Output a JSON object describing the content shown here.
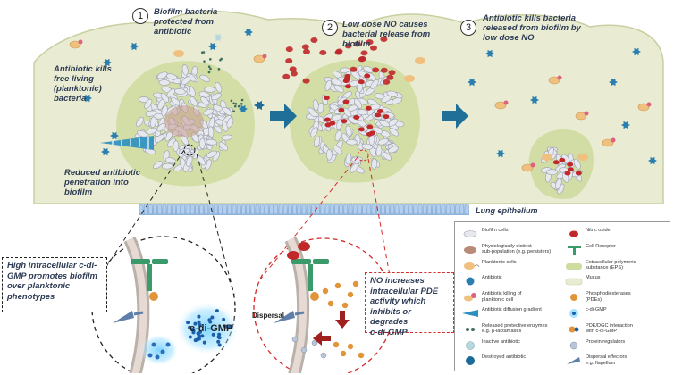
{
  "step1": {
    "number": "1",
    "text": [
      "Biofilm bacteria",
      "protected from",
      "antibiotic"
    ]
  },
  "step2": {
    "number": "2",
    "text": [
      "Low dose NO causes",
      "bacterial release from",
      "biofilm"
    ]
  },
  "step3": {
    "number": "3",
    "text": [
      "Antibiotic kills bacteria",
      "released from biofilm by",
      "low dose NO"
    ]
  },
  "left_kill": [
    "Antibiotic kills",
    "free living",
    "(planktonic)",
    "bacteria"
  ],
  "reduced_pen": [
    "Reduced antibiotic",
    "penetration into",
    "biofilm"
  ],
  "epithelium": "Lung epithelium",
  "cdigmp_box": [
    "High intracellular c-di-",
    "GMP promotes biofilm",
    "over planktonic",
    "phenotypes"
  ],
  "no_box": [
    "NO increases",
    "intracellular PDE",
    "activity which",
    "inhibits or degrades",
    "c-di-GMP"
  ],
  "cdigmp_label": "c-di-GMP",
  "dispersal_label": "Dispersal",
  "legend": {
    "left": [
      {
        "icon": "biofilm-cell-icon",
        "label": [
          "Biofilm cells"
        ]
      },
      {
        "icon": "persister-cell-icon",
        "label": [
          "Physiologically distinct",
          "sub-population (e.g. persisters)"
        ]
      },
      {
        "icon": "planktonic-cell-icon",
        "label": [
          "Planktonic cells"
        ]
      },
      {
        "icon": "antibiotic-icon",
        "label": [
          "Antibiotic"
        ]
      },
      {
        "icon": "antibiotic-killing-icon",
        "label": [
          "Antibiotic killing of",
          "planktonic cell"
        ]
      },
      {
        "icon": "diffusion-gradient-icon",
        "label": [
          "Antibiotic diffusion gradient"
        ]
      },
      {
        "icon": "protective-enzymes-icon",
        "label": [
          "Released protective enzymes",
          "e.g. β-lactamases"
        ]
      },
      {
        "icon": "inactive-antibiotic-icon",
        "label": [
          "Inactive antibiotic"
        ]
      },
      {
        "icon": "destroyed-antibiotic-icon",
        "label": [
          "Destroyed antibiotic"
        ]
      }
    ],
    "right": [
      {
        "icon": "nitric-oxide-icon",
        "label": [
          "Nitric oxide"
        ]
      },
      {
        "icon": "cell-receptor-icon",
        "label": [
          "Cell Receptor"
        ]
      },
      {
        "icon": "eps-icon",
        "label": [
          "Extracellular polymeric",
          "substance (EPS)"
        ]
      },
      {
        "icon": "mucus-icon",
        "label": [
          "Mucus"
        ]
      },
      {
        "icon": "pde-icon",
        "label": [
          "Phosphodiesterases",
          "(PDEs)"
        ]
      },
      {
        "icon": "c-di-gmp-icon",
        "label": [
          "c-di-GMP"
        ]
      },
      {
        "icon": "pde-dgc-icon",
        "label": [
          "PDE/DGC interaction",
          "with c-di-GMP"
        ]
      },
      {
        "icon": "protein-regulators-icon",
        "label": [
          "Protein regulators"
        ]
      },
      {
        "icon": "dispersal-effectors-icon",
        "label": [
          "Dispersal effectors",
          "e.g. flagellum"
        ]
      }
    ]
  },
  "colors": {
    "mucus": "#e9ecd2",
    "mucus_edge": "#c9cfa0",
    "eps": "#cfdca0",
    "epithelium": "#9dc0e6",
    "nitric_oxide": "#c0282a",
    "antibiotic": "#2a7fb0",
    "receptor": "#3a9a6a",
    "pde": "#e0953a",
    "text": "#2e3b55"
  }
}
